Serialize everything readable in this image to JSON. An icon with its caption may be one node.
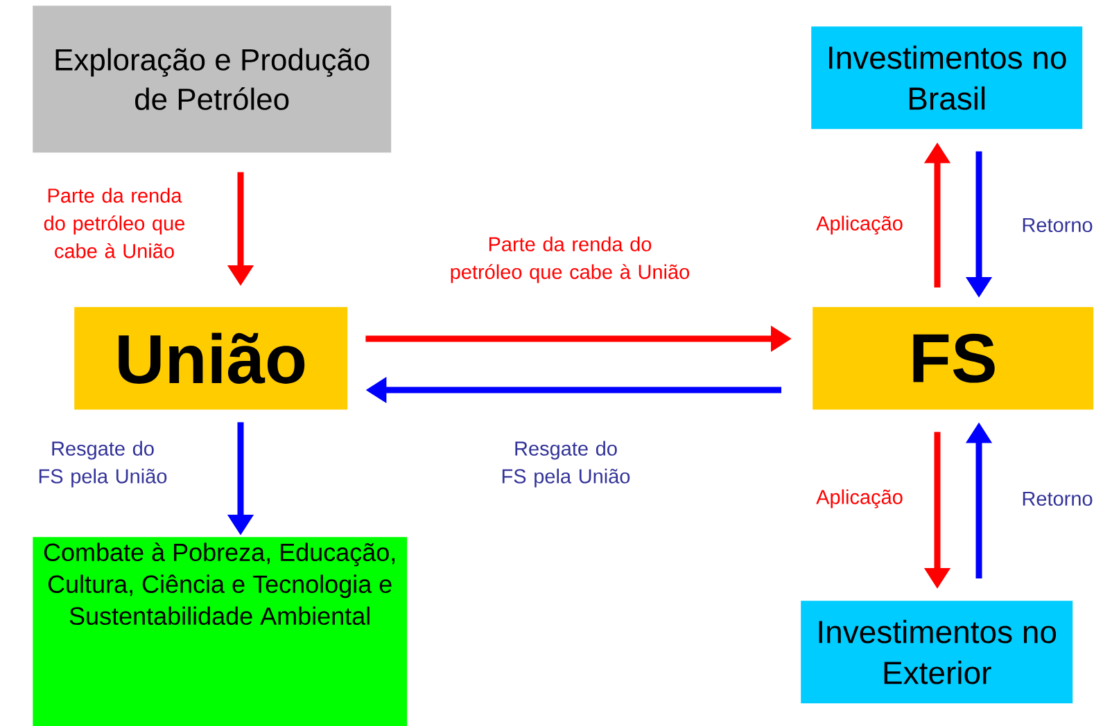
{
  "diagram": {
    "nodes": [
      {
        "text": [
          "Exploração e Produção de Petróleo"
        ]
      },
      {
        "text": [
          "Investimentos no Brasil"
        ]
      },
      {
        "text": [
          "União"
        ]
      },
      {
        "text": [
          "FS"
        ]
      },
      {
        "text": [
          "Combate à Pobreza, Educação, Cultura, Ciência e Tecnologia e Sustentabilidade Ambiental"
        ]
      },
      {
        "text": [
          "Investimentos no Exterior"
        ]
      }
    ],
    "edges": [
      {
        "from": 0,
        "to": 2,
        "arrow": "to",
        "label": "Parte da renda do petróleo que cabe à União",
        "color": "#ff0000"
      },
      {
        "from": 2,
        "to": 3,
        "arrow": "to",
        "label": "Parte da renda do petróleo que cabe à União",
        "color": "#ff0000"
      },
      {
        "from": 3,
        "to": 2,
        "arrow": "to",
        "label": "Resgate do FS pela União",
        "color": "#0000ff"
      },
      {
        "from": 2,
        "to": 4,
        "arrow": "to",
        "label": "Resgate do FS pela União",
        "color": "#0000ff"
      },
      {
        "from": 3,
        "to": 1,
        "arrow": "to",
        "label": "Aplicação",
        "color": "#ff0000"
      },
      {
        "from": 1,
        "to": 3,
        "arrow": "to",
        "label": "Retorno",
        "color": "#0000ff"
      },
      {
        "from": 3,
        "to": 5,
        "arrow": "to",
        "label": "Aplicação",
        "color": "#ff0000"
      },
      {
        "from": 5,
        "to": 3,
        "arrow": "to",
        "label": "Retorno",
        "color": "#0000ff"
      }
    ]
  }
}
